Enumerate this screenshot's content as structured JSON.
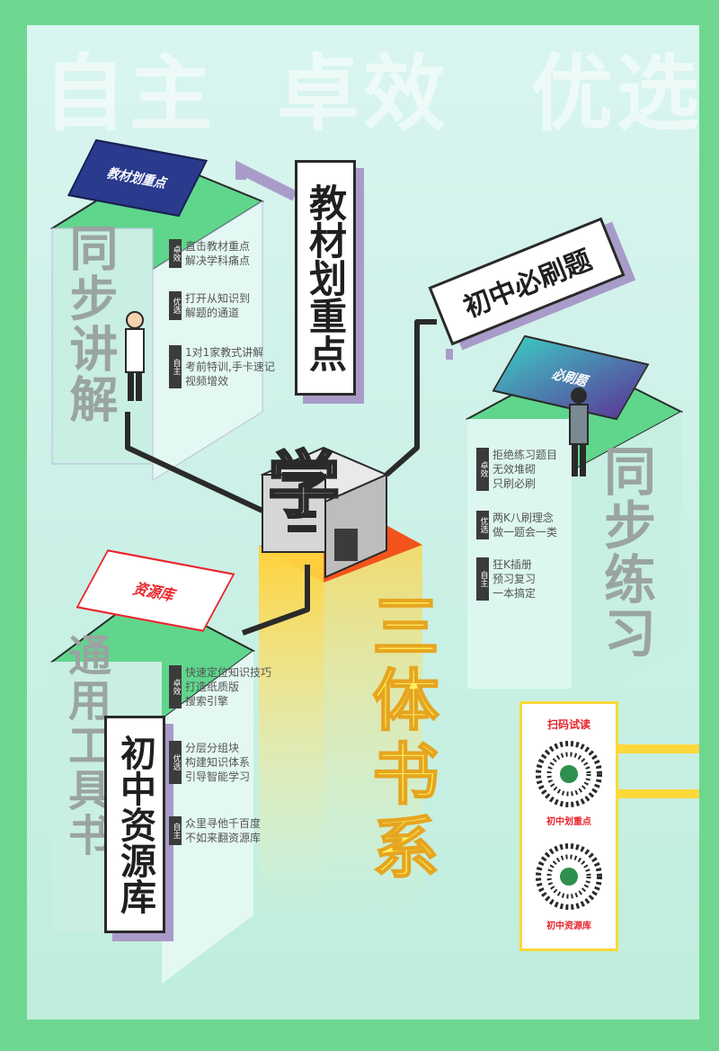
{
  "slogan": {
    "left": "自主",
    "right": "卓效",
    "far": "优选"
  },
  "center": {
    "hub_char": "学",
    "series_text": "三体书系"
  },
  "pillars": {
    "sync_lecture": {
      "label": "同步讲解",
      "sign": "教材划重点",
      "book_title": "教材划重点",
      "features": [
        {
          "badge": "卓效",
          "lines": [
            "直击教材重点",
            "解决学科痛点"
          ]
        },
        {
          "badge": "优选",
          "lines": [
            "打开从知识到",
            "解题的通道"
          ]
        },
        {
          "badge": "自主",
          "lines": [
            "1对1家教式讲解",
            "考前特训,手卡速记",
            "视频增效"
          ]
        }
      ]
    },
    "sync_practice": {
      "label": "同步练习",
      "sign": "初中必刷题",
      "book_title": "必刷题",
      "features": [
        {
          "badge": "卓效",
          "lines": [
            "拒绝练习题目",
            "无效堆砌",
            "只刷必刷"
          ]
        },
        {
          "badge": "优选",
          "lines": [
            "两K八刷理念",
            "做一题会一类"
          ]
        },
        {
          "badge": "自主",
          "lines": [
            "狂K插册",
            "预习复习",
            "一本搞定"
          ]
        }
      ]
    },
    "tool_book": {
      "label": "通用工具书",
      "sign": "初中资源库",
      "book_title": "资源库",
      "features": [
        {
          "badge": "卓效",
          "lines": [
            "快速定位知识技巧",
            "打造纸质版",
            "搜索引擎"
          ]
        },
        {
          "badge": "优选",
          "lines": [
            "分层分组块",
            "构建知识体系",
            "引导智能学习"
          ]
        },
        {
          "badge": "自主",
          "lines": [
            "众里寻他千百度",
            "不如来翻资源库"
          ]
        }
      ]
    }
  },
  "qr_panel": {
    "title": "扫码试读",
    "codes": [
      "初中划重点",
      "初中资源库"
    ]
  },
  "colors": {
    "frame": "#6fd690",
    "accent_red": "#e8262c",
    "accent_orange": "#f2541b",
    "pillar_green": "#5fd68c",
    "sign_shadow": "#a99bc9",
    "qr_border": "#ffd83a"
  },
  "icons": [
    "teacher-figure",
    "student-figure",
    "book-stack",
    "hub-building",
    "qr-code"
  ]
}
